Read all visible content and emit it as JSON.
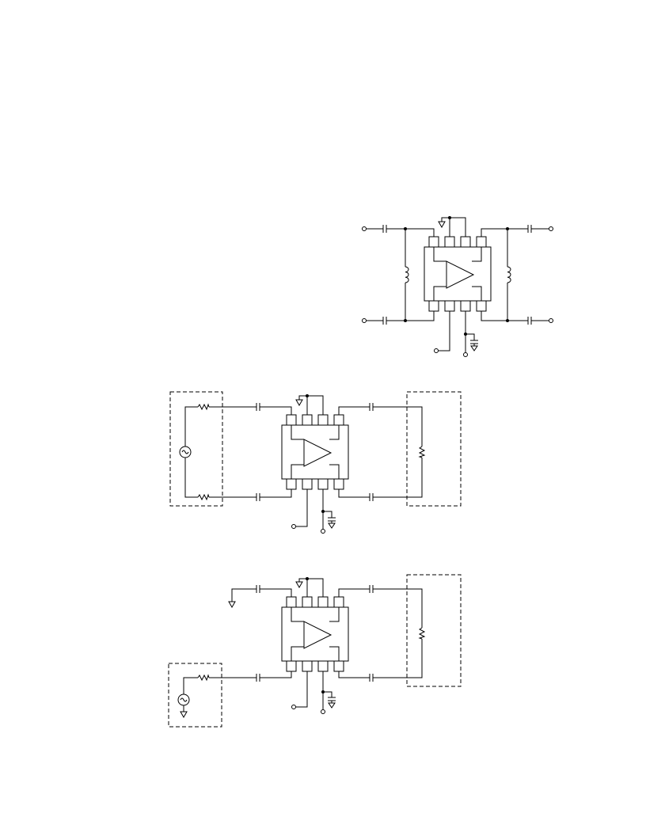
{
  "page": {
    "background": "#ffffff",
    "line_color": "#000000"
  },
  "schematics": [
    {
      "name": "differential-amplifier-inductor-bias",
      "components": [
        "amplifier-ic",
        "dc-blocking-capacitor",
        "bias-inductor",
        "decoupling-capacitor",
        "ground-symbol",
        "terminal"
      ]
    },
    {
      "name": "differential-source-to-load",
      "components": [
        "amplifier-ic",
        "signal-source",
        "source-resistor",
        "load-resistor",
        "dc-blocking-capacitor",
        "ground-symbol"
      ]
    },
    {
      "name": "single-ended-source-to-differential-load",
      "components": [
        "amplifier-ic",
        "signal-source",
        "source-resistor",
        "load-resistor",
        "dc-blocking-capacitor",
        "ground-symbol"
      ]
    }
  ]
}
